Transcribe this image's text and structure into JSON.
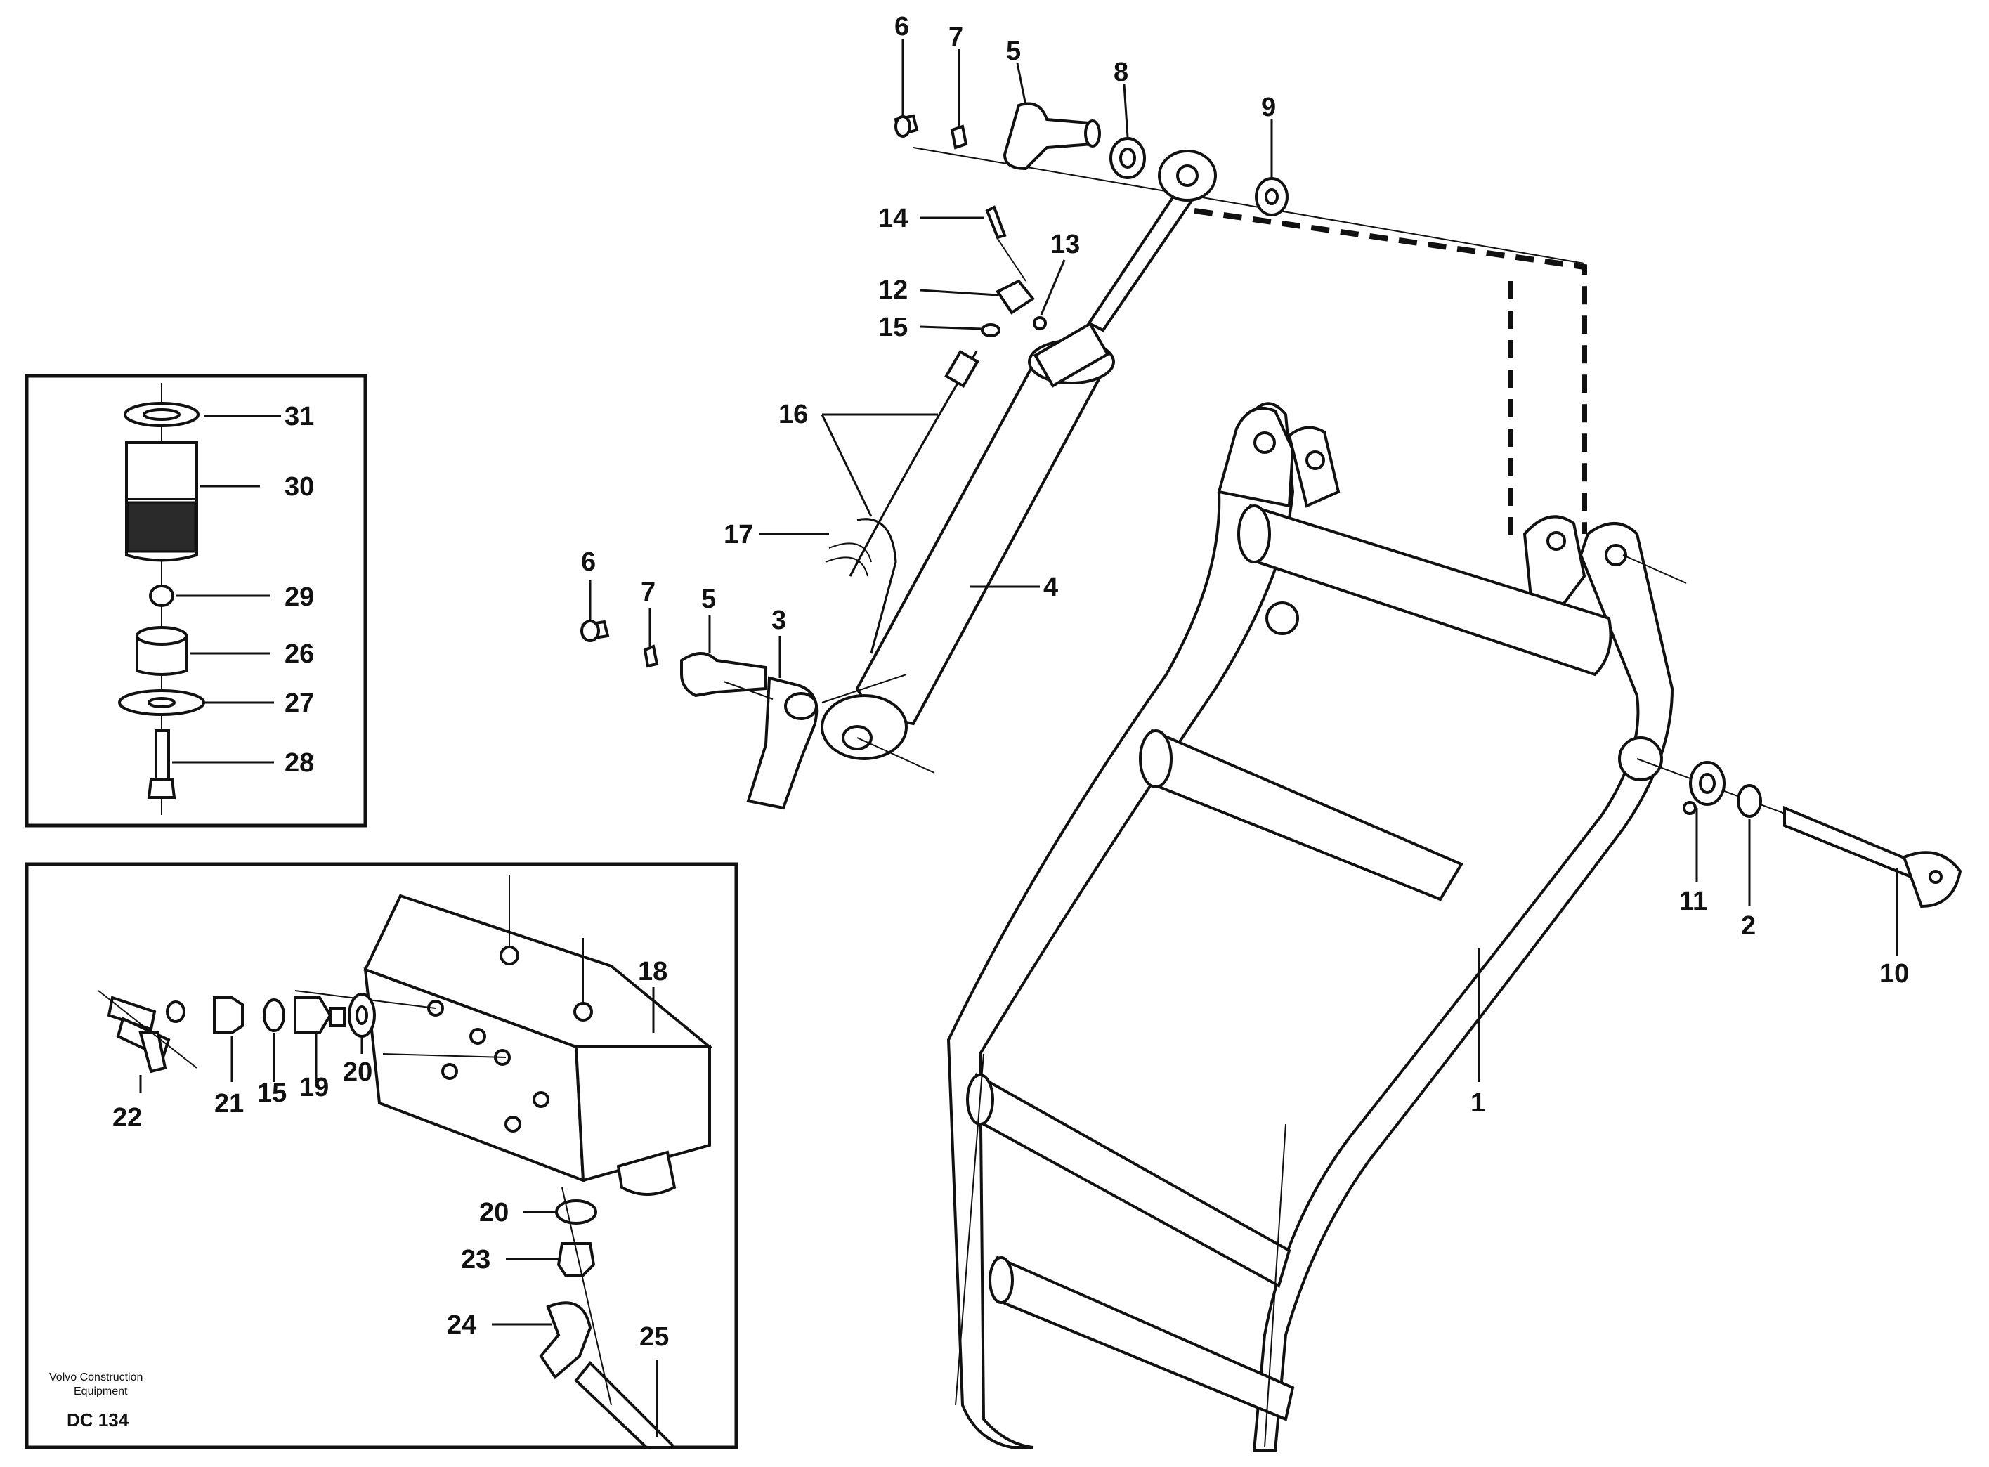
{
  "callouts": [
    {
      "id": "label-6-top",
      "text": "6"
    },
    {
      "id": "label-7-top",
      "text": "7"
    },
    {
      "id": "label-5-top",
      "text": "5"
    },
    {
      "id": "label-8",
      "text": "8"
    },
    {
      "id": "label-9",
      "text": "9"
    },
    {
      "id": "label-14",
      "text": "14"
    },
    {
      "id": "label-13",
      "text": "13"
    },
    {
      "id": "label-12",
      "text": "12"
    },
    {
      "id": "label-15-top",
      "text": "15"
    },
    {
      "id": "label-16",
      "text": "16"
    },
    {
      "id": "label-17",
      "text": "17"
    },
    {
      "id": "label-4",
      "text": "4"
    },
    {
      "id": "label-6-mid",
      "text": "6"
    },
    {
      "id": "label-7-mid",
      "text": "7"
    },
    {
      "id": "label-5-mid",
      "text": "5"
    },
    {
      "id": "label-3",
      "text": "3"
    },
    {
      "id": "label-11",
      "text": "11"
    },
    {
      "id": "label-2",
      "text": "2"
    },
    {
      "id": "label-10",
      "text": "10"
    },
    {
      "id": "label-1",
      "text": "1"
    },
    {
      "id": "label-31",
      "text": "31"
    },
    {
      "id": "label-30",
      "text": "30"
    },
    {
      "id": "label-29",
      "text": "29"
    },
    {
      "id": "label-26",
      "text": "26"
    },
    {
      "id": "label-27",
      "text": "27"
    },
    {
      "id": "label-28",
      "text": "28"
    },
    {
      "id": "label-18",
      "text": "18"
    },
    {
      "id": "label-22",
      "text": "22"
    },
    {
      "id": "label-21",
      "text": "21"
    },
    {
      "id": "label-15-inset",
      "text": "15"
    },
    {
      "id": "label-19",
      "text": "19"
    },
    {
      "id": "label-20-left",
      "text": "20"
    },
    {
      "id": "label-20-lower",
      "text": "20"
    },
    {
      "id": "label-23",
      "text": "23"
    },
    {
      "id": "label-24",
      "text": "24"
    },
    {
      "id": "label-25",
      "text": "25"
    }
  ],
  "footer": {
    "manufacturer_line1": "Volvo Construction",
    "manufacturer_line2": "Equipment",
    "code": "DC 134"
  }
}
